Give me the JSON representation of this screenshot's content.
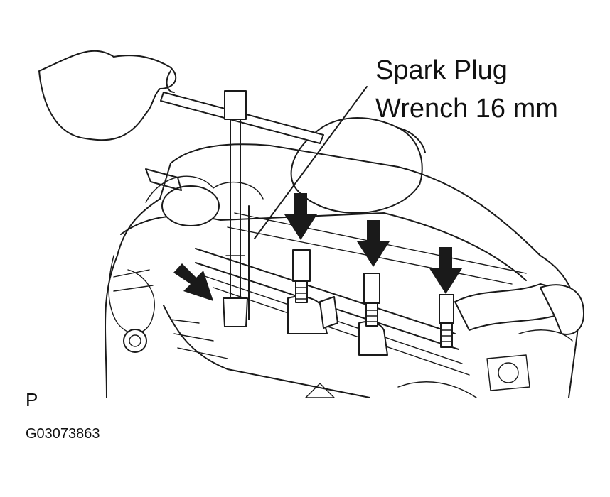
{
  "callout": {
    "line1": "Spark Plug",
    "line2": "Wrench 16 mm"
  },
  "labels": {
    "code": "P",
    "figure_id": "G03073863"
  },
  "icons": {
    "arrow": "down-arrow-icon",
    "tool": "t-handle-wrench"
  }
}
